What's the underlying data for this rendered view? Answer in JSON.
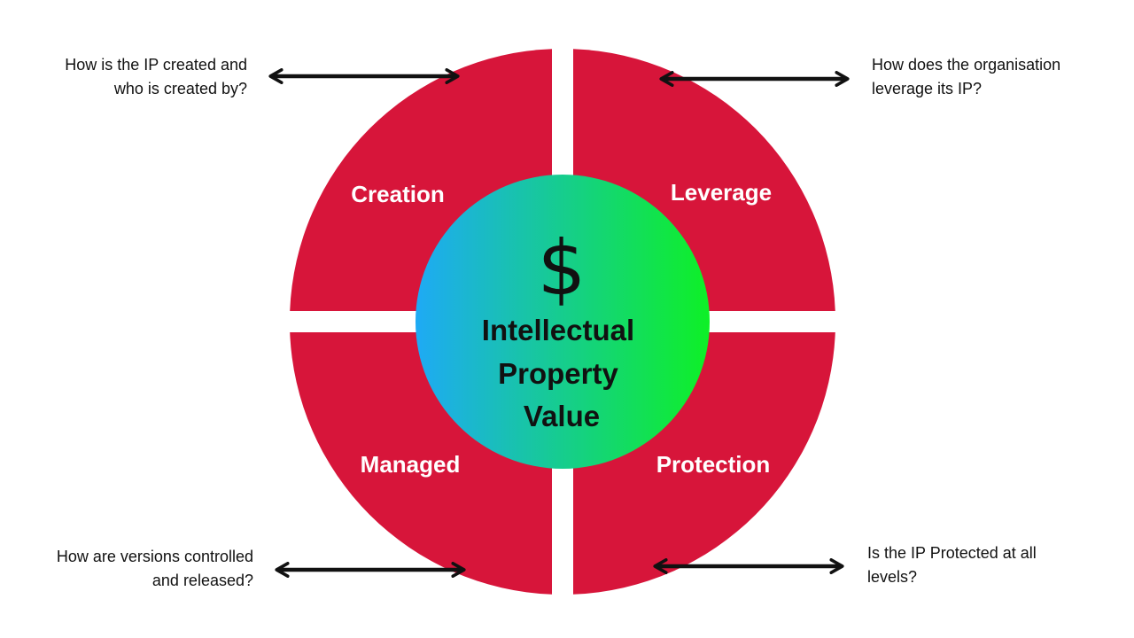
{
  "diagram": {
    "center": {
      "symbol": "$",
      "lines": [
        "Intellectual",
        "Property",
        "Value"
      ]
    },
    "quadrants": {
      "top_left": "Creation",
      "top_right": "Leverage",
      "bottom_left": "Managed",
      "bottom_right": "Protection"
    },
    "questions": {
      "top_left": [
        "How is the IP created and",
        "who is created by?"
      ],
      "top_right": [
        "How does the organisation",
        "leverage its IP?"
      ],
      "bottom_left": [
        "How are versions controlled",
        "and released?"
      ],
      "bottom_right": [
        "Is the IP Protected at all",
        "levels?"
      ]
    },
    "colors": {
      "quadrant": "#d7153a",
      "center_gradient_start": "#1eaaf5",
      "center_gradient_end": "#0ef026",
      "arrow": "#111111"
    }
  }
}
